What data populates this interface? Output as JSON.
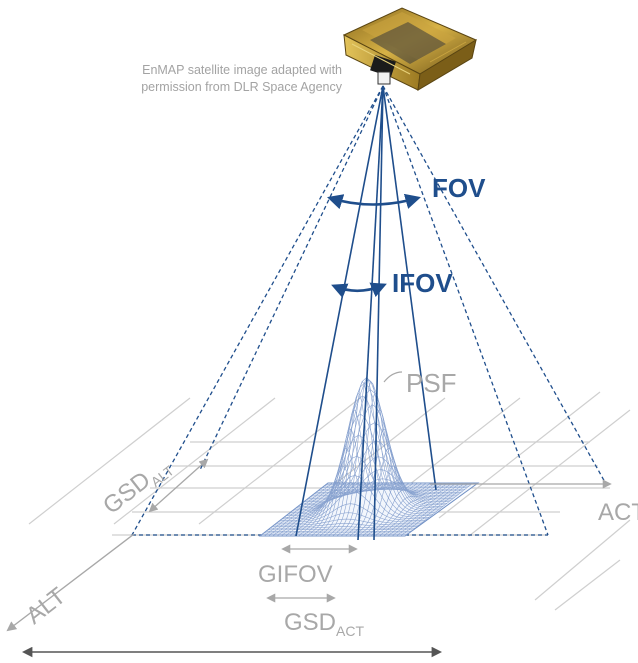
{
  "credit": {
    "line1": "EnMAP satellite image adapted with",
    "line2": "permission from DLR Space Agency"
  },
  "labels": {
    "fov": "FOV",
    "ifov": "IFOV",
    "psf": "PSF",
    "gsd_alt_main": "GSD",
    "gsd_alt_sub": "ALT",
    "act": "ACT",
    "alt": "ALT",
    "gifov": "GIFOV",
    "gsd_act_main": "GSD",
    "gsd_act_sub": "ACT"
  },
  "colors": {
    "dark_blue": "#1f4e8c",
    "light_blue": "#9ab3d6",
    "mesh_blue": "#6f8fc4",
    "grey": "#a8a8a8",
    "light_grey": "#c8c8c8"
  }
}
